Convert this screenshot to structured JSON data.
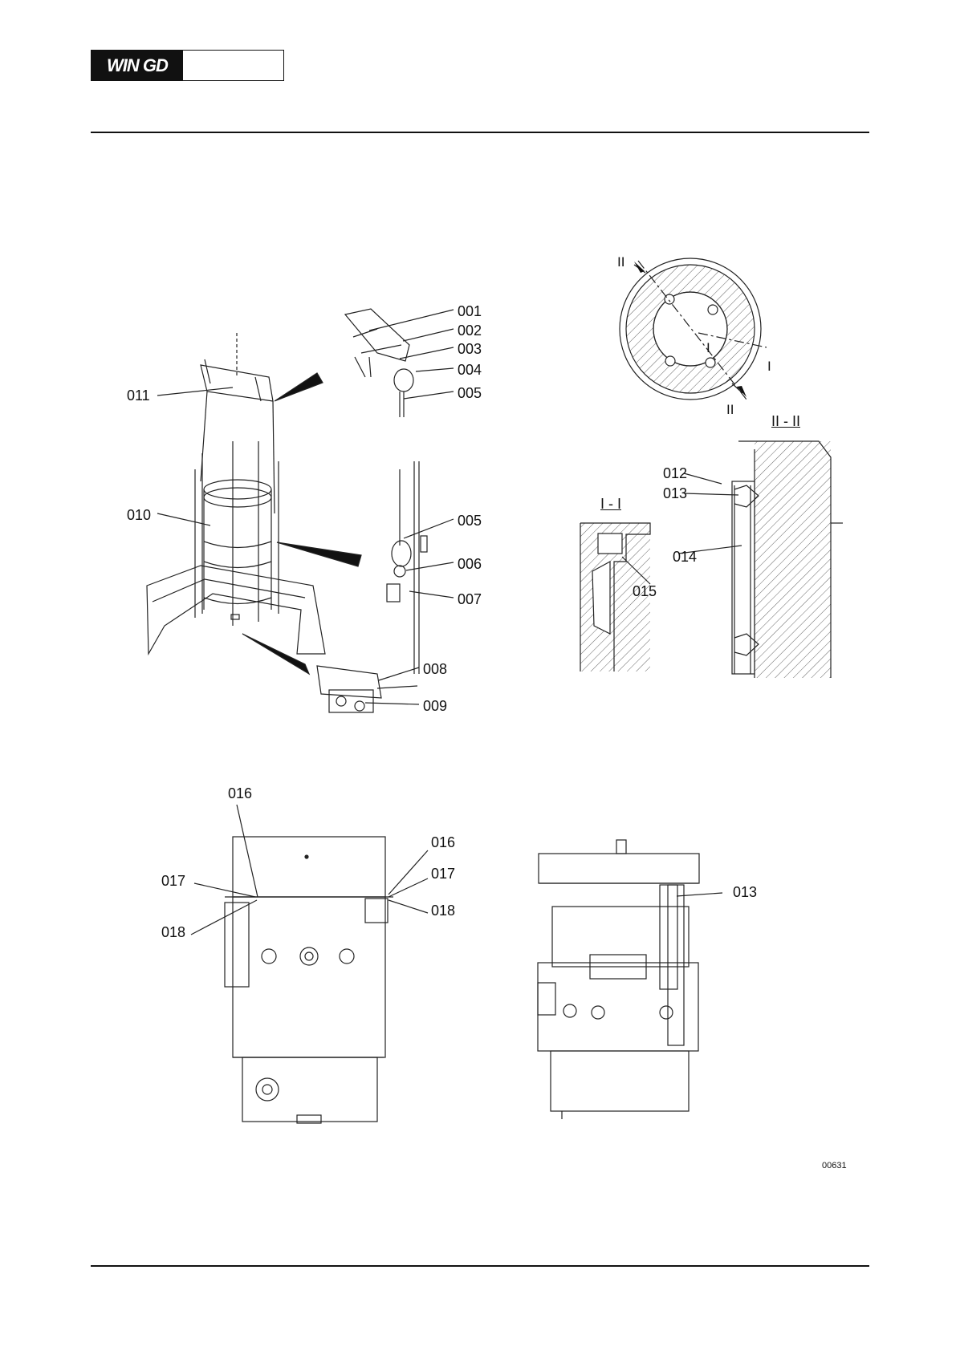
{
  "header": {
    "logo_text": "WIN GD"
  },
  "figure": {
    "id": "00631",
    "callouts": [
      {
        "id": "c001",
        "text": "001"
      },
      {
        "id": "c002",
        "text": "002"
      },
      {
        "id": "c003",
        "text": "003"
      },
      {
        "id": "c004",
        "text": "004"
      },
      {
        "id": "c005a",
        "text": "005"
      },
      {
        "id": "c005b",
        "text": "005"
      },
      {
        "id": "c006",
        "text": "006"
      },
      {
        "id": "c007",
        "text": "007"
      },
      {
        "id": "c008",
        "text": "008"
      },
      {
        "id": "c009",
        "text": "009"
      },
      {
        "id": "c010",
        "text": "010"
      },
      {
        "id": "c011",
        "text": "011"
      },
      {
        "id": "c012",
        "text": "012"
      },
      {
        "id": "c013a",
        "text": "013"
      },
      {
        "id": "c014",
        "text": "014"
      },
      {
        "id": "c015",
        "text": "015"
      },
      {
        "id": "c016a",
        "text": "016"
      },
      {
        "id": "c016b",
        "text": "016"
      },
      {
        "id": "c017a",
        "text": "017"
      },
      {
        "id": "c017b",
        "text": "017"
      },
      {
        "id": "c018a",
        "text": "018"
      },
      {
        "id": "c018b",
        "text": "018"
      },
      {
        "id": "c013b",
        "text": "013"
      }
    ],
    "section_labels": {
      "i_i": "I - I",
      "ii_ii": "II - II"
    },
    "cut_marks": {
      "ii_top": "II",
      "ii_bottom": "II",
      "i_left": "I",
      "i_right": "I"
    }
  }
}
